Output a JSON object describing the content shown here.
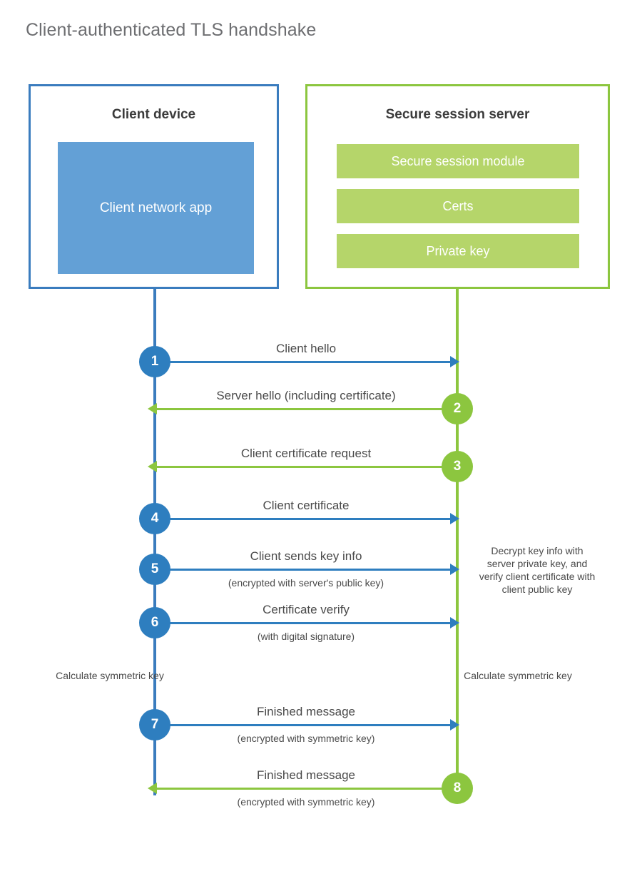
{
  "title": "Client-authenticated TLS handshake",
  "client": {
    "box_title": "Client device",
    "app_label": "Client network app"
  },
  "server": {
    "box_title": "Secure session server",
    "components": [
      {
        "label": "Secure session module"
      },
      {
        "label": "Certs"
      },
      {
        "label": "Private key"
      }
    ]
  },
  "steps": [
    {
      "number": "1",
      "label": "Client hello",
      "sublabel": "",
      "direction": "right",
      "color": "blue"
    },
    {
      "number": "2",
      "label": "Server hello (including certificate)",
      "sublabel": "",
      "direction": "left",
      "color": "green"
    },
    {
      "number": "3",
      "label": "Client certificate request",
      "sublabel": "",
      "direction": "left",
      "color": "green"
    },
    {
      "number": "4",
      "label": "Client certificate",
      "sublabel": "",
      "direction": "right",
      "color": "blue"
    },
    {
      "number": "5",
      "label": "Client sends key info",
      "sublabel": "(encrypted with server's public key)",
      "direction": "right",
      "color": "blue"
    },
    {
      "number": "6",
      "label": "Certificate verify",
      "sublabel": "(with digital signature)",
      "direction": "right",
      "color": "blue"
    },
    {
      "number": "7",
      "label": "Finished message",
      "sublabel": "(encrypted with symmetric key)",
      "direction": "right",
      "color": "blue"
    },
    {
      "number": "8",
      "label": "Finished message",
      "sublabel": "(encrypted with symmetric key)",
      "direction": "left",
      "color": "green"
    }
  ],
  "notes": {
    "server_decrypt": "Decrypt key info with server private key, and verify client certificate with client public key",
    "client_calculate": "Calculate symmetric key",
    "server_calculate": "Calculate symmetric key"
  },
  "colors": {
    "blue_border": "#3a7cbe",
    "blue_fill": "#63a0d6",
    "blue_accent": "#2e7ebf",
    "green_border": "#8cc63f",
    "green_fill": "#b5d56a",
    "green_accent": "#8cc63f",
    "title_gray": "#6d6e71",
    "text_gray": "#4a4a4a"
  }
}
